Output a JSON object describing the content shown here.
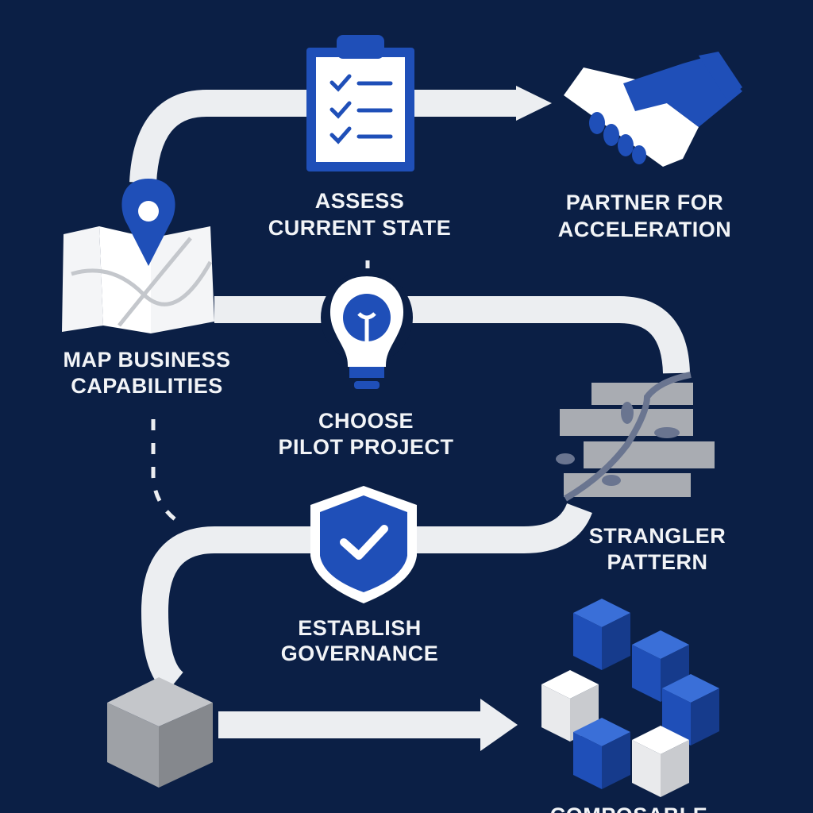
{
  "colors": {
    "background": "#0b1f45",
    "accent_blue": "#1f4fb8",
    "path": "#eceef1",
    "gray": "#a9acb2"
  },
  "steps": [
    {
      "id": "map",
      "line1": "MAP BUSINESS",
      "line2": "CAPABILITIES",
      "icon": "map-pin-icon"
    },
    {
      "id": "assess",
      "line1": "ASSESS",
      "line2": "CURRENT STATE",
      "icon": "clipboard-checklist-icon"
    },
    {
      "id": "partner",
      "line1": "PARTNER FOR",
      "line2": "ACCELERATION",
      "icon": "handshake-icon"
    },
    {
      "id": "pilot",
      "line1": "CHOOSE",
      "line2": "PILOT PROJECT",
      "icon": "lightbulb-icon"
    },
    {
      "id": "strangler",
      "line1": "STRANGLER",
      "line2": "PATTERN",
      "icon": "vine-wall-icon"
    },
    {
      "id": "governance",
      "line1": "ESTABLISH",
      "line2": "GOVERNANCE",
      "icon": "shield-check-icon"
    },
    {
      "id": "composable",
      "line1": "COMPOSABLE",
      "icon": "cubes-icon"
    }
  ]
}
